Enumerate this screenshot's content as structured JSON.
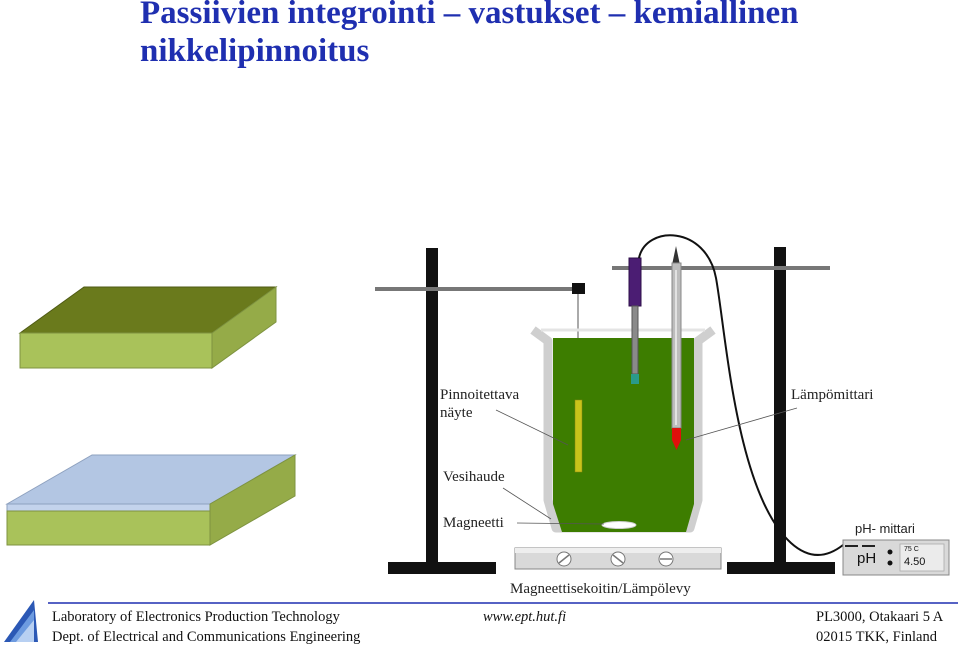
{
  "slide": {
    "title_line1": "Passiivien integrointi – vastukset – kemiallinen",
    "title_line2": "nikkelipinnoitus"
  },
  "labels": {
    "sample": "Pinnoitettava",
    "sample2": "näyte",
    "thermometer": "Lämpömittari",
    "water_bath": "Vesihaude",
    "magnet": "Magneetti",
    "stirrer": "Magneettisekoitin/Lämpölevy"
  },
  "ph_meter": {
    "caption": "pH- mittari",
    "label": "pH",
    "temperature": "75 C",
    "value": "4.50"
  },
  "footer": {
    "lab": "Laboratory of Electronics Production Technology",
    "dept": "Dept. of Electrical and Communications Engineering",
    "url": "www.ept.hut.fi",
    "address1": "PL3000, Otakaari 5 A",
    "address2": "02015 TKK, Finland"
  },
  "colors": {
    "title": "#1f2fb0",
    "solution": "#3d7d00",
    "plate_top_green": "#6a7a1c",
    "plate_side_green": "#a9c25a",
    "plate_top_blue": "#b3c6e3",
    "probe_purple": "#4b1d73",
    "thermometer_tip": "#e0100b"
  }
}
